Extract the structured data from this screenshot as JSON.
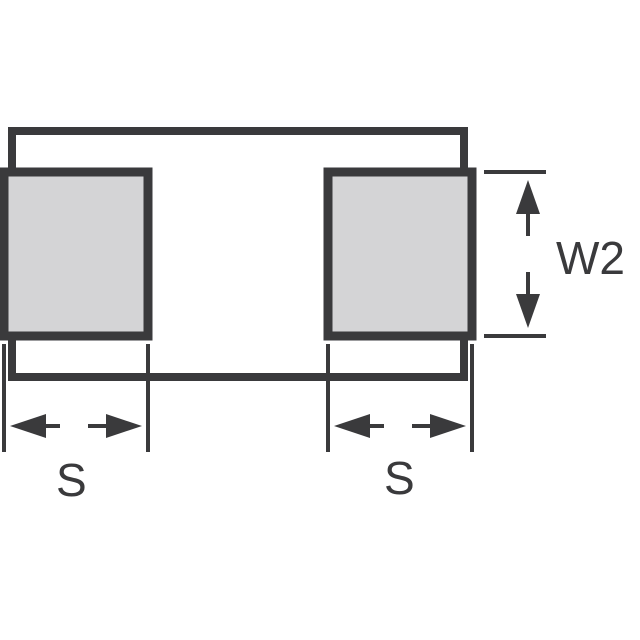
{
  "labels": {
    "width": "W2",
    "spacing_left": "S",
    "spacing_right": "S"
  },
  "colors": {
    "outline": "#3a3a3c",
    "pad_fill": "#d4d4d6",
    "background": "#ffffff"
  }
}
